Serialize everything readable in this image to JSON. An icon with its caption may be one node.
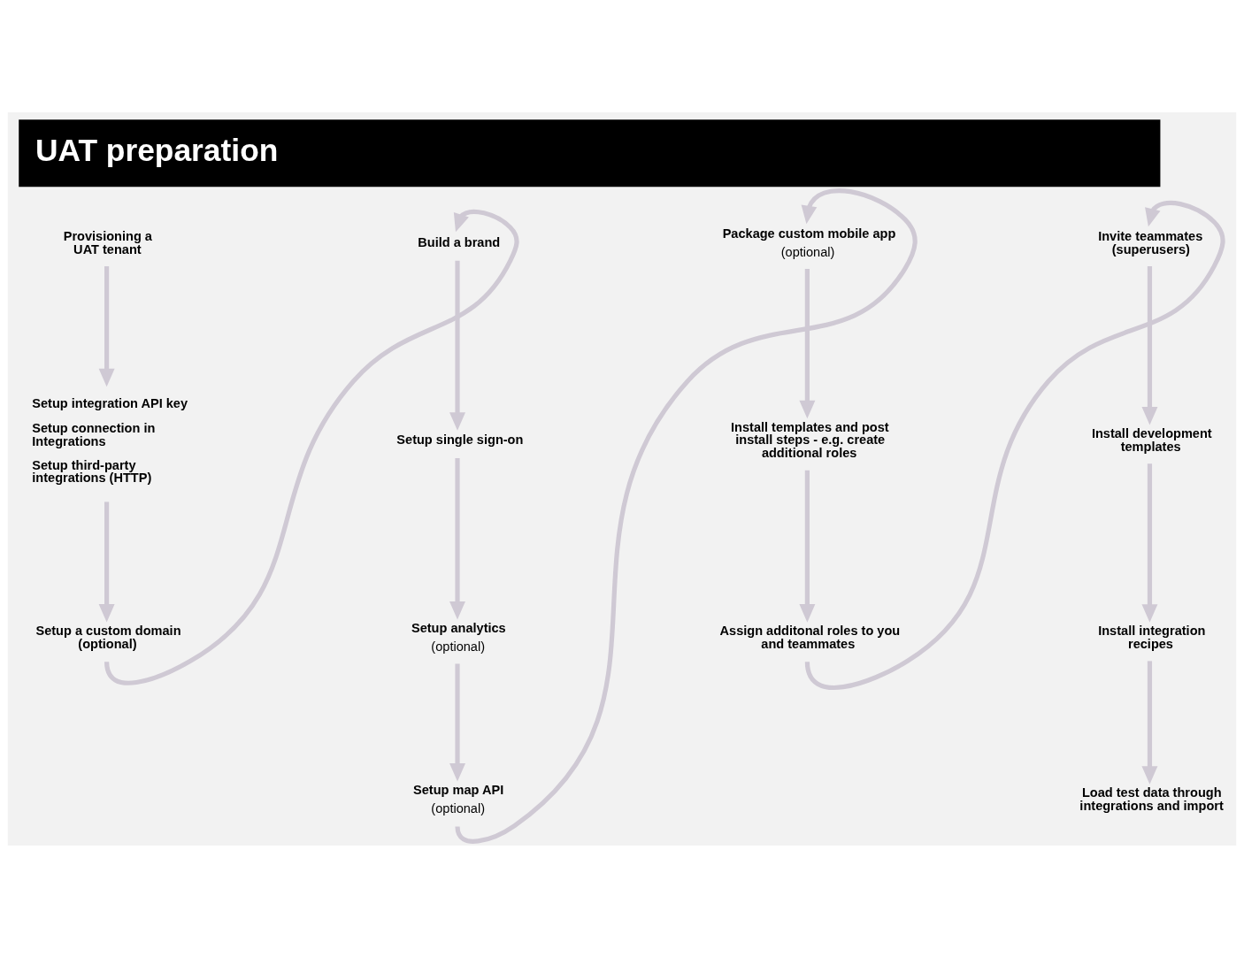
{
  "diagram": {
    "title": "UAT preparation",
    "nodes": [
      {
        "text": [
          "Provisioning a UAT tenant"
        ]
      },
      {
        "text": [
          "Setup integration API key",
          "Setup connection in Integrations",
          "Setup third-party integrations (HTTP)"
        ]
      },
      {
        "text": [
          "Setup a custom domain (optional)"
        ]
      },
      {
        "text": [
          "Build a brand"
        ]
      },
      {
        "text": [
          "Setup single sign-on"
        ]
      },
      {
        "text": [
          "Setup analytics",
          "(optional)"
        ]
      },
      {
        "text": [
          "Setup map API",
          "(optional)"
        ]
      },
      {
        "text": [
          "Package custom mobile app",
          "(optional)"
        ]
      },
      {
        "text": [
          "Install templates and post install steps - e.g. create additional roles"
        ]
      },
      {
        "text": [
          "Assign additonal roles to you and teammates"
        ]
      },
      {
        "text": [
          "Invite teammates (superusers)"
        ]
      },
      {
        "text": [
          "Install development templates"
        ]
      },
      {
        "text": [
          "Install integration recipes"
        ]
      },
      {
        "text": [
          "Load test data through integrations and import"
        ]
      }
    ],
    "edges": [
      {
        "from": 0,
        "to": 1,
        "arrow": "to"
      },
      {
        "from": 1,
        "to": 2,
        "arrow": "to"
      },
      {
        "from": 2,
        "to": 3,
        "arrow": "to"
      },
      {
        "from": 3,
        "to": 4,
        "arrow": "to"
      },
      {
        "from": 4,
        "to": 5,
        "arrow": "to"
      },
      {
        "from": 5,
        "to": 6,
        "arrow": "to"
      },
      {
        "from": 6,
        "to": 7,
        "arrow": "to"
      },
      {
        "from": 7,
        "to": 8,
        "arrow": "to"
      },
      {
        "from": 8,
        "to": 9,
        "arrow": "to"
      },
      {
        "from": 9,
        "to": 10,
        "arrow": "to"
      },
      {
        "from": 10,
        "to": 11,
        "arrow": "to"
      },
      {
        "from": 11,
        "to": 12,
        "arrow": "to"
      },
      {
        "from": 12,
        "to": 13,
        "arrow": "to"
      }
    ]
  }
}
